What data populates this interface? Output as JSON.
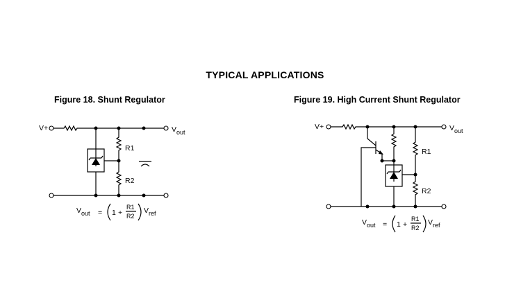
{
  "header": {
    "title": "TYPICAL APPLICATIONS"
  },
  "figures": [
    {
      "title": "Figure 18. Shunt Regulator",
      "input_label": "V+",
      "output_label": "V",
      "output_sub": "out",
      "resistors": [
        "R1",
        "R2"
      ],
      "equation": {
        "lhs": "V",
        "lhs_sub": "out",
        "one": "1",
        "plus": "+",
        "num": "R1",
        "den": "R2",
        "rhs": "V",
        "rhs_sub": "ref"
      }
    },
    {
      "title": "Figure 19. High Current Shunt Regulator",
      "input_label": "V+",
      "output_label": "V",
      "output_sub": "out",
      "resistors": [
        "R1",
        "R2"
      ],
      "equation": {
        "lhs": "V",
        "lhs_sub": "out",
        "one": "1",
        "plus": "+",
        "num": "R1",
        "den": "R2",
        "rhs": "V",
        "rhs_sub": "ref"
      }
    }
  ]
}
